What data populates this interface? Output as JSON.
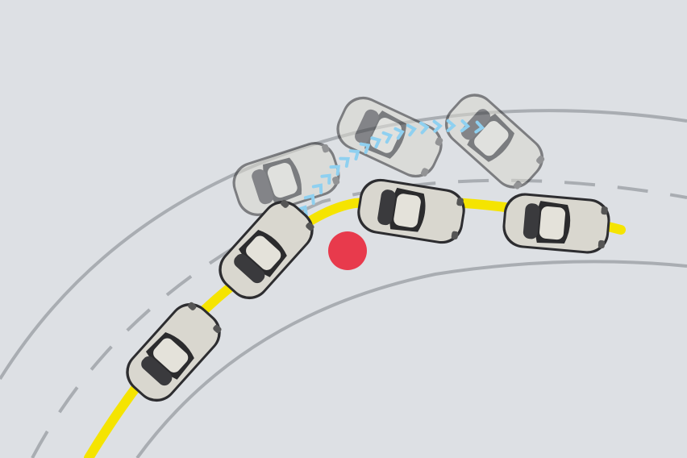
{
  "colors": {
    "background": "#dde0e4",
    "road_lines": "#a9adb2",
    "driving_path": "#f5e400",
    "obstacle": "#e83a4c",
    "correction_arrows": "#8fd0f0",
    "car_body": "#d9d7cf",
    "car_glass": "#2b2b2d"
  },
  "cars": [
    {
      "state": "on-path",
      "ghost": false
    },
    {
      "state": "on-path",
      "ghost": false
    },
    {
      "state": "on-path",
      "ghost": false
    },
    {
      "state": "on-path",
      "ghost": false
    },
    {
      "state": "skidding",
      "ghost": true
    },
    {
      "state": "skidding",
      "ghost": true
    },
    {
      "state": "skidding",
      "ghost": true
    }
  ]
}
